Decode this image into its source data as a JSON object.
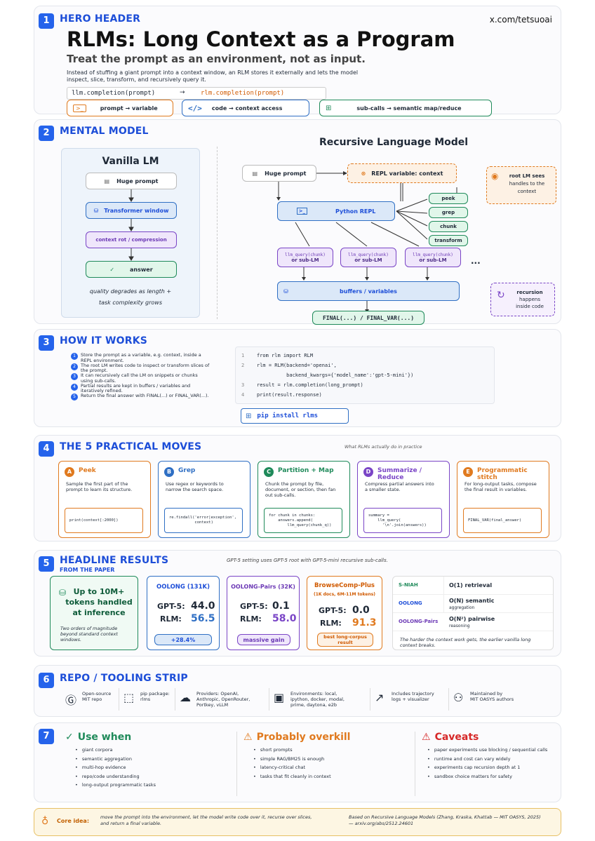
{
  "hero": {
    "num": "1",
    "label": "HERO HEADER",
    "handle": "x.com/tetsuoai",
    "title": "RLMs: Long Context as a Program",
    "subtitle": "Treat the prompt as an environment, not as input.",
    "desc1": "Instead of stuffing a giant prompt into a context window, an RLM stores it externally and lets the model",
    "desc2": "inspect, slice, transform, and recursively query it.",
    "code_left": "llm.completion(prompt)",
    "arrow": "→",
    "code_right": "rlm.completion(prompt)",
    "pill1": "prompt → variable",
    "pill2": "code → context access",
    "pill3": "sub-calls → semantic map/reduce"
  },
  "mental": {
    "num": "2",
    "label": "MENTAL MODEL",
    "vanilla_title": "Vanilla LM",
    "v1": "Huge prompt",
    "v2": "Transformer window",
    "v3": "context rot / compression",
    "v4": "answer",
    "v_note1": "quality degrades as length +",
    "v_note2": "task complexity grows",
    "rlm_title": "Recursive Language Model",
    "r_prompt": "Huge prompt",
    "r_repl_var": "REPL variable: context",
    "r_side1": "root LM sees",
    "r_side2": "handles to the",
    "r_side3": "context",
    "r_python": "Python REPL",
    "ops": [
      "peek",
      "grep",
      "chunk",
      "transform"
    ],
    "sub_a": "llm_query(chunk)",
    "sub_b": "or sub-LM",
    "dots": "...",
    "buffers": "buffers / variables",
    "final": "FINAL(...) / FINAL_VAR(...)",
    "rec1": "recursion",
    "rec2": "happens",
    "rec3": "inside code"
  },
  "how": {
    "num": "3",
    "label": "HOW IT WORKS",
    "steps": [
      {
        "n": "1",
        "a": "Store the prompt as a variable, e.g. context, inside a",
        "b": "REPL environment."
      },
      {
        "n": "2",
        "a": "The root LM writes code to inspect or transform slices of",
        "b": "the prompt."
      },
      {
        "n": "3",
        "a": "It can recursively call the LM on snippets or chunks",
        "b": "using sub-calls."
      },
      {
        "n": "4",
        "a": "Partial results are kept in buffers / variables and",
        "b": "iteratively refined."
      },
      {
        "n": "5",
        "a": "Return the final answer with FINAL(...) or FINAL_VAR(...).",
        "b": ""
      }
    ],
    "code": [
      {
        "n": "1",
        "t": "from rlm import RLM"
      },
      {
        "n": "2",
        "t": "rlm = RLM(backend='openai',"
      },
      {
        "n": "",
        "t": "          backend_kwargs={'model_name':'gpt-5-mini'})"
      },
      {
        "n": "3",
        "t": "result = rlm.completion(long_prompt)"
      },
      {
        "n": "4",
        "t": "print(result.response)"
      }
    ],
    "pip": "pip install rlms"
  },
  "moves": {
    "num": "4",
    "label": "THE 5 PRACTICAL MOVES",
    "note": "What RLMs actually do in practice",
    "cards": [
      {
        "letter": "A",
        "title": "Peek",
        "color": "#e07a1f",
        "d1": "Sample the first part of the",
        "d2": "prompt to learn its structure.",
        "d3": "",
        "code": "print(context[:2000])"
      },
      {
        "letter": "B",
        "title": "Grep",
        "color": "#2f6fc4",
        "d1": "Use regex or keywords to",
        "d2": "narrow the search space.",
        "d3": "",
        "code": "re.findall('error|exception',\n           context)"
      },
      {
        "letter": "C",
        "title": "Partition + Map",
        "color": "#1f8a5a",
        "d1": "Chunk the prompt by file,",
        "d2": "document, or section, then fan",
        "d3": "out sub-calls.",
        "code": "for chunk in chunks:\n    answers.append(\n        llm_query(chunk_q))"
      },
      {
        "letter": "D",
        "title": "Summarize / Reduce",
        "color": "#7a45c6",
        "d1": "Compress partial answers into",
        "d2": "a smaller state.",
        "d3": "",
        "code": "summary =\n    llm_query(\n      '\\n'.join(answers))"
      },
      {
        "letter": "E",
        "title": "Programmatic stitch",
        "color": "#e07a1f",
        "d1": "For long-output tasks, compose",
        "d2": "the final result in variables.",
        "d3": "",
        "code": "FINAL_VAR(final_answer)"
      }
    ]
  },
  "results": {
    "num": "5",
    "label": "HEADLINE RESULTS",
    "from": "FROM THE PAPER",
    "note": "GPT-5 setting uses GPT-5 root with GPT-5-mini recursive sub-calls.",
    "big1": "Up to 10M+",
    "big2": "tokens handled",
    "big3": "at inference",
    "big_n1": "Two orders of magnitude",
    "big_n2": "beyond standard context",
    "big_n3": "windows.",
    "c1": {
      "title": "OOLONG (131K)",
      "gpt": "44.0",
      "rlm": "56.5",
      "badge": "+28.4%"
    },
    "c2": {
      "title": "OOLONG-Pairs (32K)",
      "gpt": "0.1",
      "rlm": "58.0",
      "badge": "massive gain"
    },
    "c3": {
      "title": "BrowseComp-Plus",
      "sub": "(1K docs, 6M-11M tokens)",
      "gpt": "0.0",
      "rlm": "91.3",
      "badge1": "best long-corpus",
      "badge2": "result"
    },
    "gpt_label": "GPT-5:",
    "rlm_label": "RLM:",
    "table": [
      {
        "name": "S-NIAH",
        "v": "O(1) retrieval",
        "s": ""
      },
      {
        "name": "OOLONG",
        "v": "O(N) semantic",
        "s": "aggregation"
      },
      {
        "name": "OOLONG-Pairs",
        "v": "O(N²) pairwise",
        "s": "reasoning"
      }
    ],
    "table_note1": "The harder the context work gets, the earlier vanilla long",
    "table_note2": "context breaks."
  },
  "repo": {
    "num": "6",
    "label": "REPO / TOOLING STRIP",
    "items": [
      {
        "a": "Open-source",
        "b": "MIT repo",
        "c": ""
      },
      {
        "a": "pip package:",
        "b": "rlms",
        "c": ""
      },
      {
        "a": "Providers: OpenAI,",
        "b": "Anthropic, OpenRouter,",
        "c": "Portkey, vLLM"
      },
      {
        "a": "Environments: local,",
        "b": "ipython, docker, modal,",
        "c": "prime, daytona, e2b"
      },
      {
        "a": "Includes trajectory",
        "b": "logs + visualizer",
        "c": ""
      },
      {
        "a": "Maintained by",
        "b": "MIT OASYS authors",
        "c": ""
      }
    ]
  },
  "use": {
    "num": "7",
    "use_title": "Use when",
    "use_items": [
      "giant corpora",
      "semantic aggregation",
      "multi-hop evidence",
      "repo/code understanding",
      "long-output programmatic tasks"
    ],
    "over_title": "Probably overkill",
    "over_items": [
      "short prompts",
      "simple RAG/BM25 is enough",
      "latency-critical chat",
      "tasks that fit cleanly in context"
    ],
    "cav_title": "Caveats",
    "cav_items": [
      "paper experiments use blocking / sequential calls",
      "runtime and cost can vary widely",
      "experiments cap recursion depth at 1",
      "sandbox choice matters for safety"
    ]
  },
  "core": {
    "label": "Core idea:",
    "t1": "move the prompt into the environment, let the model write code over it, recurse over slices,",
    "t2": "and return a final variable.",
    "ref1": "Based on Recursive Language Models (Zhang, Kraska, Khattab — MIT OASYS, 2025)",
    "ref2": "— arxiv.org/abs/2512.24601"
  },
  "colors": {
    "blue": "#2563eb",
    "orange": "#e07a1f",
    "purple": "#7a45c6",
    "green": "#1f8a5a",
    "red": "#d62828"
  }
}
